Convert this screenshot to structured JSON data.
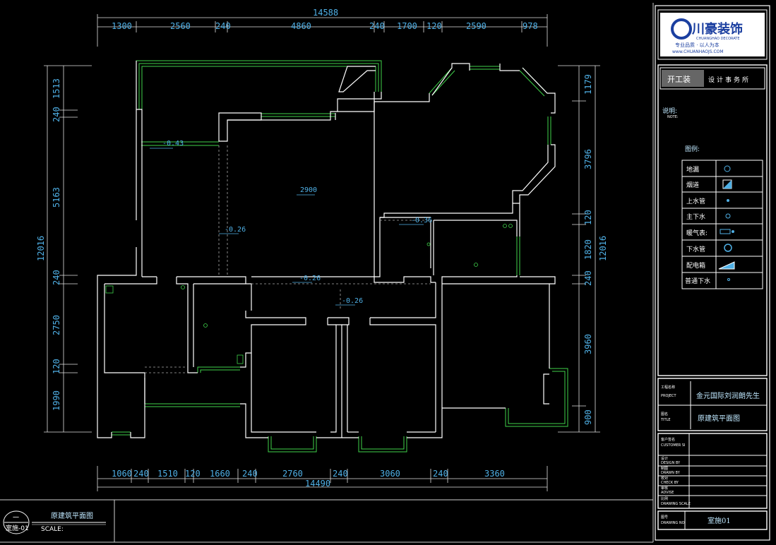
{
  "dims_top": [
    "14588",
    "1300",
    "2560",
    "240",
    "4860",
    "240",
    "1700",
    "120",
    "2590",
    "978"
  ],
  "dims_bottom": [
    "1060",
    "240",
    "1510",
    "120",
    "1660",
    "240",
    "2760",
    "240",
    "3060",
    "240",
    "3360",
    "14490"
  ],
  "dims_left": [
    "1513",
    "240",
    "5163",
    "12016",
    "240",
    "2750",
    "120",
    "1990"
  ],
  "dims_right": [
    "1179",
    "3796",
    "120",
    "1820",
    "12016",
    "240",
    "3960",
    "900"
  ],
  "levels": [
    "-0.43",
    "-0.26",
    "2900",
    "-0.36",
    "-0.26",
    "-0.26"
  ],
  "title_block": {
    "logo_cn": "川豪装饰",
    "logo_en": "CHUANGHAO DECORATE",
    "logo_tag": "专业品质 · 以人为本",
    "logo_url": "www.CHUANHAOJS.COM",
    "studio_stamp": "开工装",
    "studio_name": "设计事务所",
    "notes_cn": "说明:",
    "notes_en": "NOTE:",
    "legend_title": "图例:",
    "legend": [
      {
        "label": "地漏",
        "icon": "floor-drain-icon"
      },
      {
        "label": "烟道",
        "icon": "flue-icon"
      },
      {
        "label": "上水管",
        "icon": "water-supply-icon"
      },
      {
        "label": "主下水",
        "icon": "main-drain-icon"
      },
      {
        "label": "暖气表:",
        "icon": "radiator-icon"
      },
      {
        "label": "下水管",
        "icon": "drain-pipe-icon"
      },
      {
        "label": "配电箱",
        "icon": "distribution-box-icon"
      },
      {
        "label": "普通下水",
        "icon": "common-drain-icon"
      }
    ],
    "project_label_cn": "工程名称",
    "project_label_en": "PROJECT",
    "project_value": "金元国际刘润朗先生",
    "drawing_label_cn": "图名",
    "drawing_label_en": "TITLE",
    "drawing_value": "原建筑平面图",
    "info_rows": [
      {
        "cn": "客户签名",
        "en": "CUSTOMER SI"
      },
      {
        "cn": "设计",
        "en": "DESIGN BY"
      },
      {
        "cn": "制图",
        "en": "DRAWN BY"
      },
      {
        "cn": "校对",
        "en": "CHECK BY"
      },
      {
        "cn": "审核",
        "en": "ADVISE"
      },
      {
        "cn": "比例",
        "en": "DRAWING SCALE"
      }
    ],
    "sheet_label_cn": "图号",
    "sheet_label_en": "DRAWING NO.",
    "sheet_value": "室施01"
  },
  "footer": {
    "view_number": "一",
    "sheet_ref": "室施-01",
    "title": "原建筑平面图",
    "scale_label": "SCALE:"
  },
  "colors": {
    "wall": "#ffffff",
    "window": "#3fd24a",
    "dimension": "#4fb0e6",
    "frame": "#ffffff"
  }
}
